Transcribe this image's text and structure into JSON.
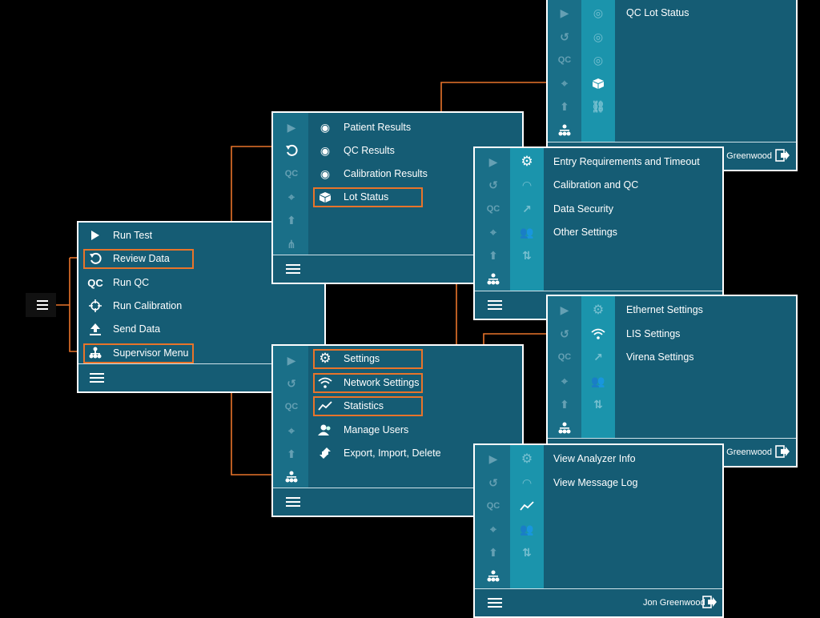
{
  "main_menu": {
    "items": [
      "Run Test",
      "Review Data",
      "Run QC",
      "Run Calibration",
      "Send Data",
      "Supervisor Menu"
    ]
  },
  "review_data_menu": {
    "items": [
      "Patient Results",
      "QC Results",
      "Calibration Results",
      "Lot Status"
    ]
  },
  "qc_lot_menu": {
    "items": [
      "QC Lot Status"
    ],
    "user": "n Greenwood"
  },
  "settings_menu": {
    "items": [
      "Entry Requirements and Timeout",
      "Calibration and QC",
      "Data Security",
      "Other Settings"
    ]
  },
  "supervisor_menu": {
    "items": [
      "Settings",
      "Network Settings",
      "Statistics",
      "Manage Users",
      "Export, Import, Delete"
    ]
  },
  "network_menu": {
    "items": [
      "Ethernet Settings",
      "LIS Settings",
      "Virena Settings"
    ],
    "user": "n Greenwood"
  },
  "statistics_menu": {
    "items": [
      "View Analyzer Info",
      "View Message Log"
    ],
    "user": "Jon Greenwood"
  },
  "icons": {
    "qc_text": "QC"
  },
  "colors": {
    "panel": "#155c74",
    "sidebar_dark": "#1a6f88",
    "sidebar_light": "#1b94ac",
    "highlight": "#e8742a"
  }
}
